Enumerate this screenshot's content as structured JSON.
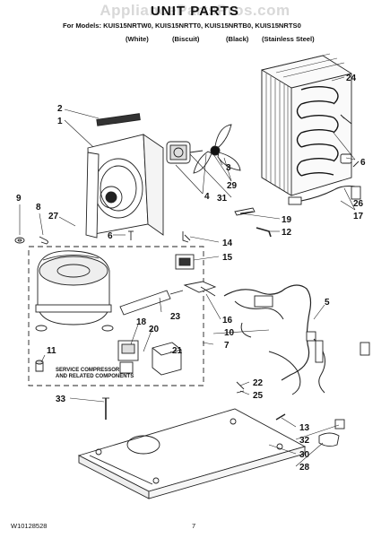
{
  "watermark": "AppliancePartsPros.com",
  "header": {
    "title": "UNIT PARTS",
    "models_line": "For Models: KUIS15NRTW0, KUIS15NRTT0, KUIS15NRTB0, KUIS15NRTS0",
    "colors": [
      "(White)",
      "(Biscuit)",
      "(Black)",
      "(Stainless Steel)"
    ]
  },
  "callouts": [
    "1",
    "2",
    "3",
    "4",
    "5",
    "6",
    "7",
    "8",
    "9",
    "10",
    "11",
    "12",
    "13",
    "14",
    "15",
    "16",
    "17",
    "18",
    "19",
    "20",
    "21",
    "22",
    "23",
    "24",
    "25",
    "26",
    "27",
    "28",
    "29",
    "30",
    "31",
    "32",
    "33"
  ],
  "service_note": [
    "SERVICE COMPRESSOR",
    "AND RELATED COMPONENTS"
  ],
  "footer": {
    "doc_number": "W10128528",
    "page_number": "7"
  }
}
